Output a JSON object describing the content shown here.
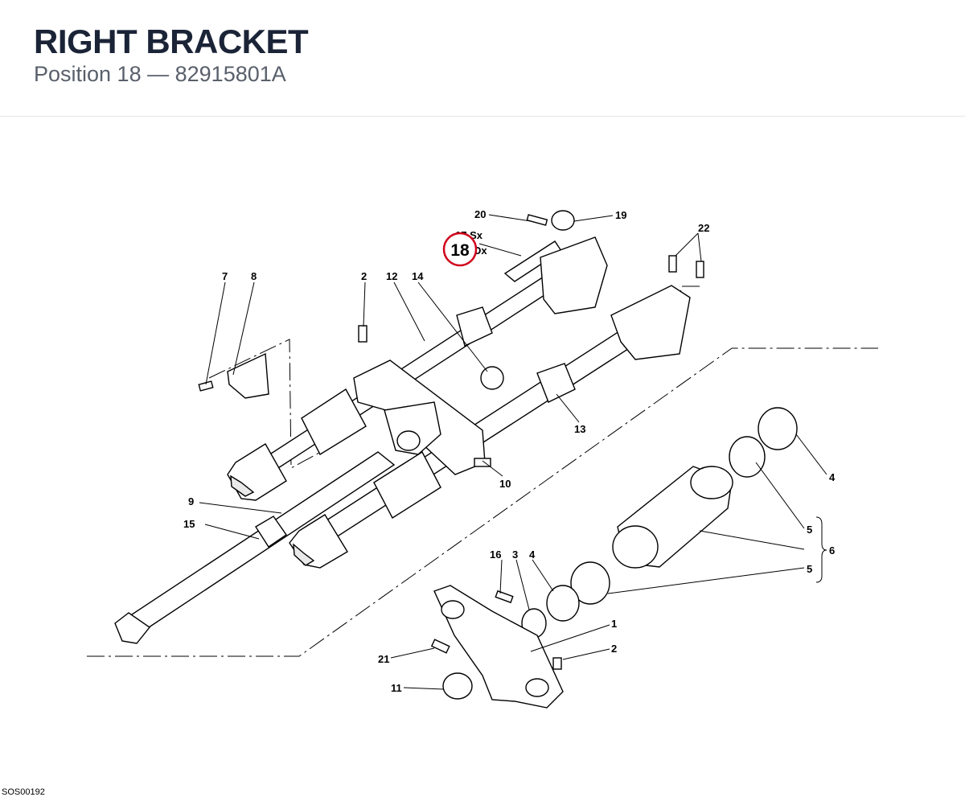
{
  "header": {
    "title": "RIGHT BRACKET",
    "position_label": "Position 18",
    "separator": "—",
    "part_number": "82915801A"
  },
  "diagram": {
    "highlight": {
      "label": "18",
      "color": "#d0021b"
    },
    "labels": {
      "l1": "1",
      "l2a": "2",
      "l2b": "2",
      "l3": "3",
      "l4a": "4",
      "l4b": "4",
      "l5a": "5",
      "l5b": "5",
      "l6": "6",
      "l7": "7",
      "l8": "8",
      "l9": "9",
      "l10": "10",
      "l11": "11",
      "l12": "12",
      "l13": "13",
      "l14": "14",
      "l15": "15",
      "l16": "16",
      "l17": "17 Sx",
      "l18dx": "Dx",
      "l19": "19",
      "l20": "20",
      "l21": "21",
      "l22": "22"
    }
  },
  "footer": {
    "code": "SOS00192"
  }
}
